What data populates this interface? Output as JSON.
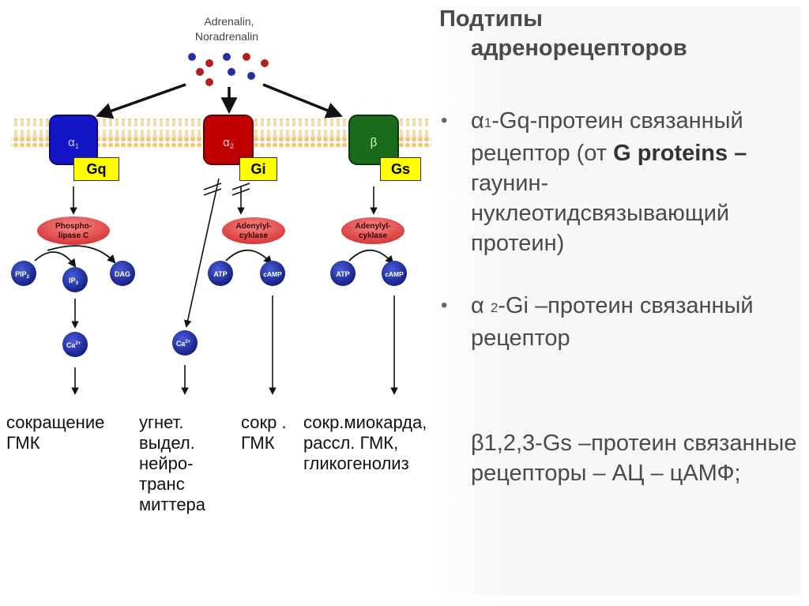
{
  "title": {
    "line1": "Подтипы",
    "line2": "адренорецепторов"
  },
  "ligand": {
    "line1": "Adrenalin,",
    "line2": "Noradrenalin"
  },
  "receptors": {
    "alpha1": {
      "symbol": "α",
      "sub": "1",
      "protein": "Gq"
    },
    "alpha2": {
      "symbol": "α",
      "sub": "2",
      "protein": "Gi"
    },
    "beta": {
      "symbol": "β",
      "protein": "Gs"
    }
  },
  "enzymes": {
    "plc_line1": "Phospho-",
    "plc_line2": "lipase C",
    "ac_line1": "Adenylyl-",
    "ac_line2": "cyklase"
  },
  "molecules": {
    "pip2": "PIP",
    "pip2_sub": "2",
    "ip3": "IP",
    "ip3_sub": "3",
    "dag": "DAG",
    "ca": "Ca",
    "ca_sup": "2+",
    "atp": "ATP",
    "camp": "cAMP"
  },
  "effects": {
    "e1": "сокращение\nГМК",
    "e2": "угнет.\nвыдел.\nнейро-\nтранс\nмиттера",
    "e3": "сокр .\nГМК",
    "e4": "сокр.миокарда,\nрассл. ГМК,\nгликогенолиз"
  },
  "bullets": {
    "b1_sym": "α",
    "b1_sub": "1",
    "b1_text_a": "-Gq-протеин связанный рецептор (от ",
    "b1_bold": "G proteins –",
    "b1_text_b": " гаунин-нуклеотидсвязывающий протеин)",
    "b2_sym": "α ",
    "b2_sub": "2",
    "b2_text": "-Gi –протеин связанный рецептор",
    "b3_text": "β1,2,3-Gs –протеин связанные рецепторы – АЦ – цАМФ;",
    "bullet_char": "•"
  },
  "colors": {
    "alpha1": "#1515c8",
    "alpha2": "#c00000",
    "beta": "#1a6b1a",
    "label_bg": "#ffff00",
    "enzyme": "#e84a4a",
    "molecule": "#1c2aa8",
    "membrane": "#f0c878"
  }
}
